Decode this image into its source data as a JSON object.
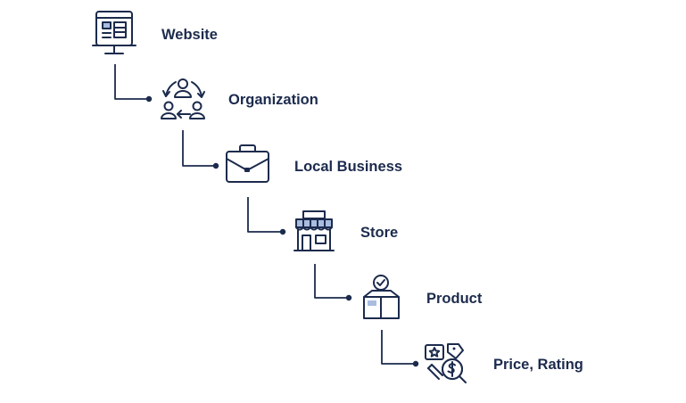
{
  "diagram": {
    "colors": {
      "primary": "#1c2b4d",
      "accent": "#a9bde0",
      "background": "#ffffff"
    },
    "nodes": [
      {
        "label": "Website",
        "icon": "website-monitor-icon"
      },
      {
        "label": "Organization",
        "icon": "organization-people-icon"
      },
      {
        "label": "Local Business",
        "icon": "briefcase-icon"
      },
      {
        "label": "Store",
        "icon": "storefront-icon"
      },
      {
        "label": "Product",
        "icon": "product-box-icon"
      },
      {
        "label": "Price, Rating",
        "icon": "price-rating-icon"
      }
    ]
  }
}
